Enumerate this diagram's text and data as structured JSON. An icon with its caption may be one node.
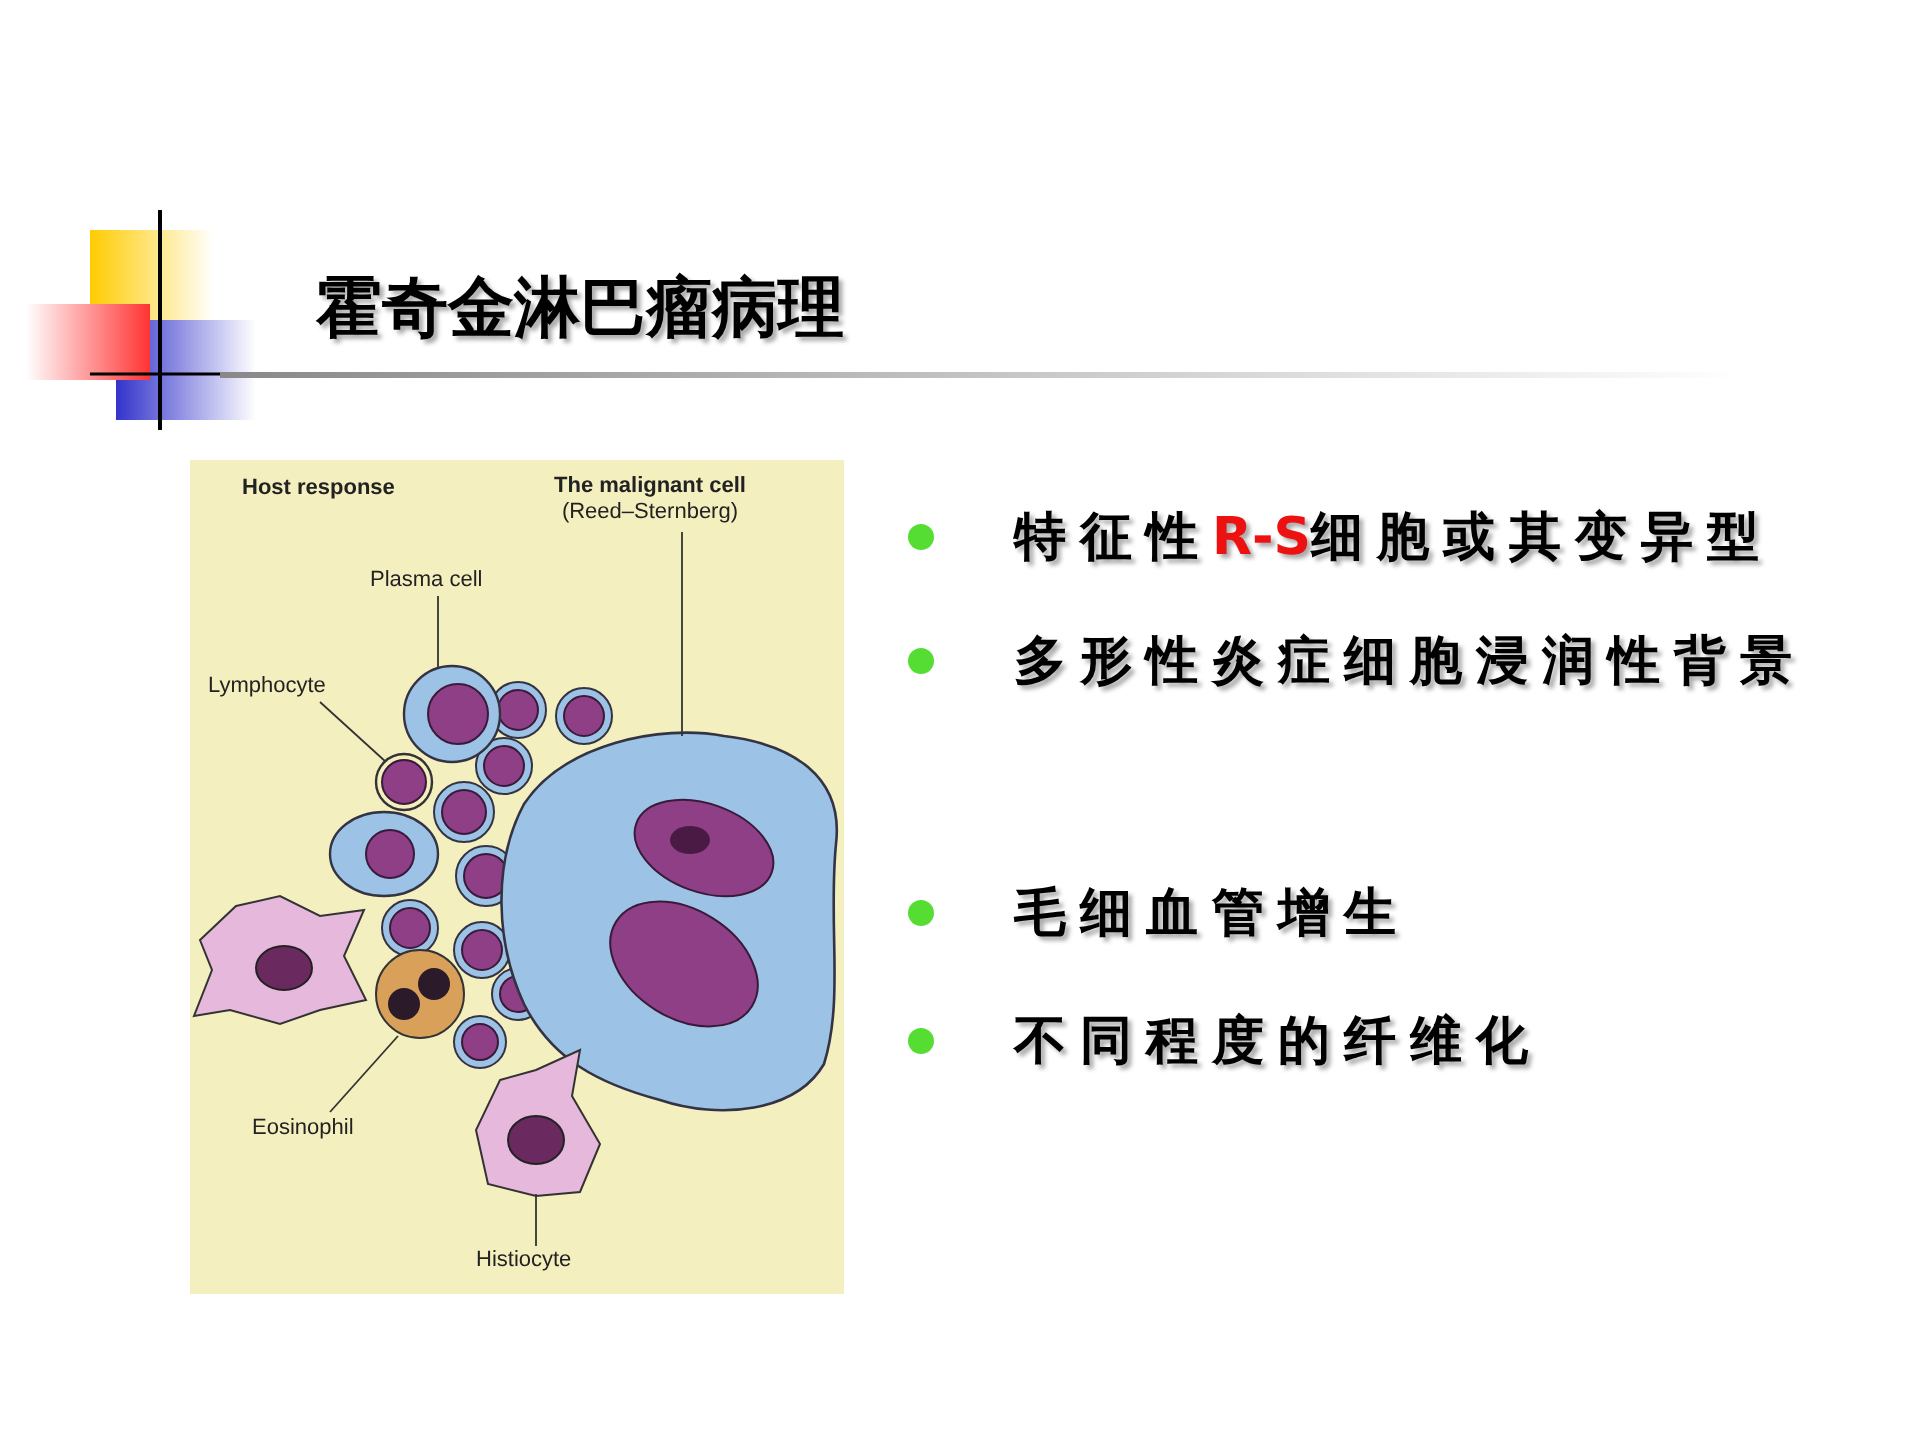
{
  "diagram": {
    "title": "霍奇金淋巴瘤病理",
    "nodes": [
      {
        "text": [
          "The malignant cell",
          "(Reed–Sternberg)"
        ]
      },
      {
        "text": [
          "Plasma cell"
        ]
      },
      {
        "text": [
          "Lymphocyte"
        ]
      },
      {
        "text": [
          "Eosinophil"
        ]
      },
      {
        "text": [
          "Histiocyte"
        ]
      },
      {
        "text": [],
        "shape": "picture"
      },
      {
        "text": [],
        "shape": "picture"
      },
      {
        "text": [],
        "shape": "picture"
      },
      {
        "text": [],
        "shape": "picture"
      },
      {
        "text": [],
        "shape": "picture"
      }
    ],
    "edges": [
      {
        "from": 0,
        "to": 5,
        "arrow": "none"
      },
      {
        "from": 1,
        "to": 6,
        "arrow": "none"
      },
      {
        "from": 2,
        "to": 7,
        "arrow": "none"
      },
      {
        "from": 3,
        "to": 8,
        "arrow": "none"
      },
      {
        "from": 4,
        "to": 9,
        "arrow": "none"
      }
    ],
    "labels": [
      "Host response",
      "特征性R-S细胞或其变异型",
      "多形性炎症细胞浸润性背景",
      "毛细血管增生",
      "不同程度的纤维化"
    ]
  }
}
